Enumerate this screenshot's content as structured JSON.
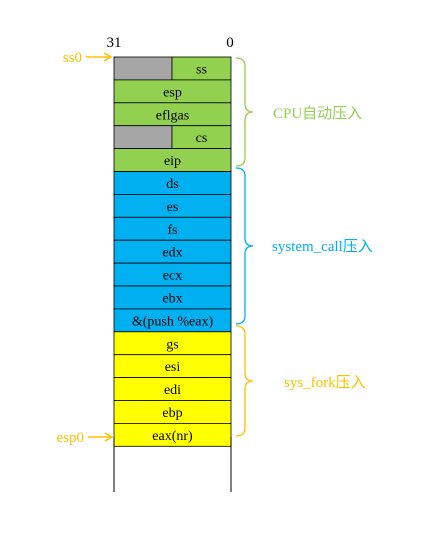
{
  "header": {
    "bit_high": "31",
    "bit_low": "0"
  },
  "pointers": {
    "ss0": "ss0",
    "esp0": "esp0"
  },
  "colors": {
    "green": "#92d050",
    "blue": "#00b0f0",
    "yellow": "#ffff00",
    "gray": "#a6a6a6",
    "pointer": "#ffc000"
  },
  "groups": {
    "cpu": {
      "label": "CPU自动压入",
      "color": "#92d050"
    },
    "system_call": {
      "label": "system_call压入",
      "color": "#00b0f0"
    },
    "sys_fork": {
      "label": "sys_fork压入",
      "color": "#ffc000"
    }
  },
  "stack": [
    {
      "text": "ss",
      "group": "cpu",
      "half": true
    },
    {
      "text": "esp",
      "group": "cpu"
    },
    {
      "text": "eflgas",
      "group": "cpu"
    },
    {
      "text": "cs",
      "group": "cpu",
      "half": true
    },
    {
      "text": "eip",
      "group": "cpu"
    },
    {
      "text": "ds",
      "group": "system_call"
    },
    {
      "text": "es",
      "group": "system_call"
    },
    {
      "text": "fs",
      "group": "system_call"
    },
    {
      "text": "edx",
      "group": "system_call"
    },
    {
      "text": "ecx",
      "group": "system_call"
    },
    {
      "text": "ebx",
      "group": "system_call"
    },
    {
      "text": "&(push %eax)",
      "group": "system_call"
    },
    {
      "text": "gs",
      "group": "sys_fork"
    },
    {
      "text": "esi",
      "group": "sys_fork"
    },
    {
      "text": "edi",
      "group": "sys_fork"
    },
    {
      "text": "ebp",
      "group": "sys_fork"
    },
    {
      "text": "eax(nr)",
      "group": "sys_fork"
    }
  ]
}
